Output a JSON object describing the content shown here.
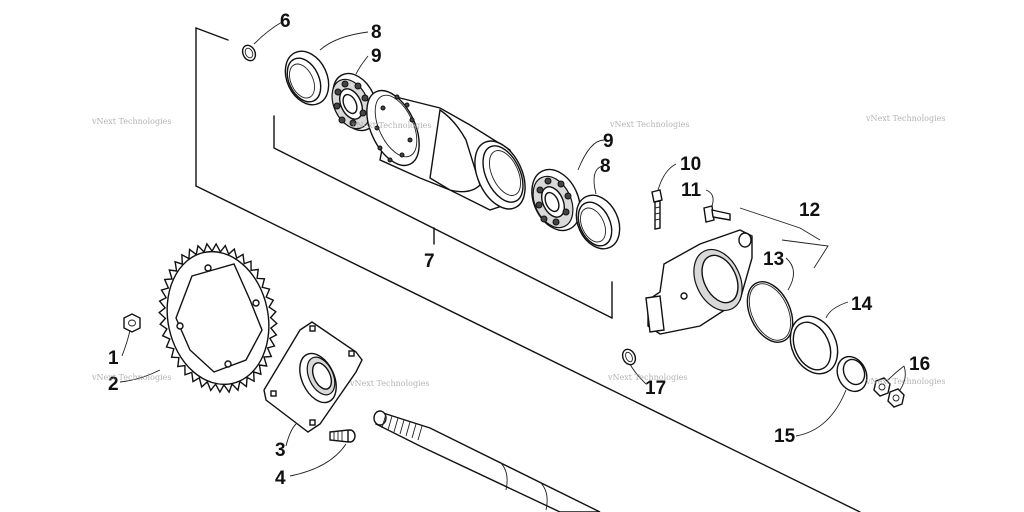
{
  "diagram": {
    "watermark": "vNext Technologies",
    "callouts": [
      {
        "id": "c1",
        "label": "1"
      },
      {
        "id": "c2",
        "label": "2"
      },
      {
        "id": "c3",
        "label": "3"
      },
      {
        "id": "c4",
        "label": "4"
      },
      {
        "id": "c6",
        "label": "6"
      },
      {
        "id": "c7",
        "label": "7"
      },
      {
        "id": "c8a",
        "label": "8"
      },
      {
        "id": "c8b",
        "label": "8"
      },
      {
        "id": "c9a",
        "label": "9"
      },
      {
        "id": "c9b",
        "label": "9"
      },
      {
        "id": "c10",
        "label": "10"
      },
      {
        "id": "c11",
        "label": "11"
      },
      {
        "id": "c12",
        "label": "12"
      },
      {
        "id": "c13",
        "label": "13"
      },
      {
        "id": "c14",
        "label": "14"
      },
      {
        "id": "c15",
        "label": "15"
      },
      {
        "id": "c16",
        "label": "16"
      },
      {
        "id": "c17",
        "label": "17"
      }
    ]
  }
}
